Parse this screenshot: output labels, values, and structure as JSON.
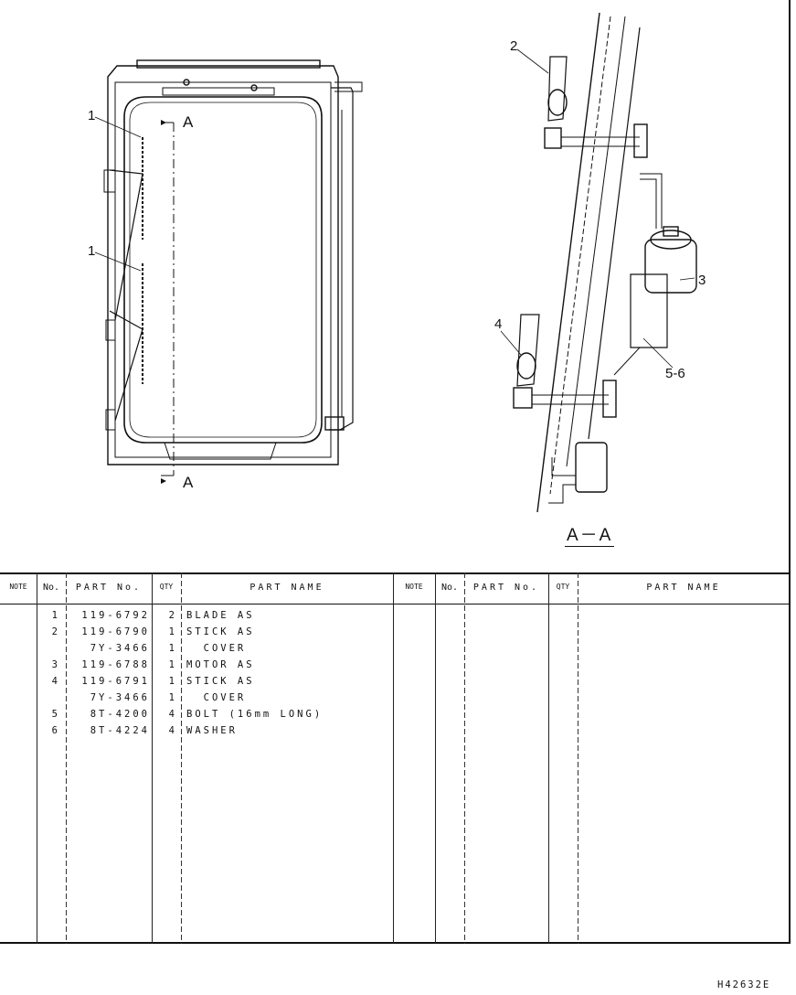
{
  "drawing": {
    "section_marker_top": "A",
    "section_marker_bottom": "A",
    "section_title": "A－A",
    "callouts_front": [
      "1",
      "1"
    ],
    "callouts_section": [
      "2",
      "3",
      "4",
      "5-6"
    ]
  },
  "table": {
    "headers_left": [
      "NOTE",
      "No.",
      "PART No.",
      "QTY",
      "PART NAME"
    ],
    "headers_right": [
      "NOTE",
      "No.",
      "PART No.",
      "QTY",
      "PART NAME"
    ],
    "rows": [
      {
        "no": "1",
        "part_no": "119-6792",
        "qty": "2",
        "name": "BLADE AS"
      },
      {
        "no": "2",
        "part_no": "119-6790",
        "qty": "1",
        "name": "STICK AS"
      },
      {
        "no": "",
        "part_no": "7Y-3466",
        "qty": "1",
        "name": "  COVER"
      },
      {
        "no": "3",
        "part_no": "119-6788",
        "qty": "1",
        "name": "MOTOR AS"
      },
      {
        "no": "4",
        "part_no": "119-6791",
        "qty": "1",
        "name": "STICK AS"
      },
      {
        "no": "",
        "part_no": "7Y-3466",
        "qty": "1",
        "name": "  COVER"
      },
      {
        "no": "5",
        "part_no": "8T-4200",
        "qty": "4",
        "name": "BOLT (16mm LONG)"
      },
      {
        "no": "6",
        "part_no": "8T-4224",
        "qty": "4",
        "name": "WASHER"
      }
    ]
  },
  "footer": {
    "code": "H42632E"
  }
}
